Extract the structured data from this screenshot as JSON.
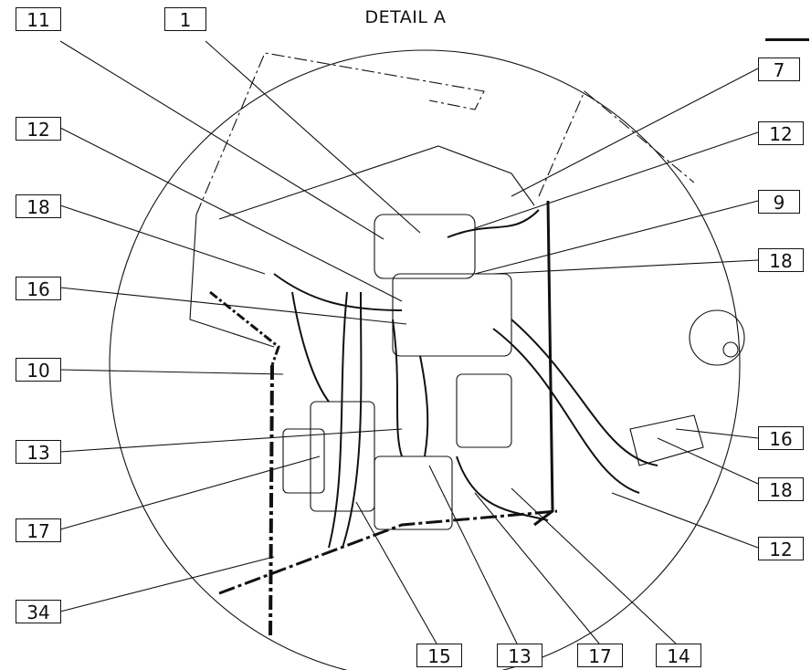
{
  "title": "DETAIL A",
  "callouts": [
    {
      "id": "c1",
      "label": "11"
    },
    {
      "id": "c2",
      "label": "1"
    },
    {
      "id": "c3",
      "label": "12"
    },
    {
      "id": "c4",
      "label": "18"
    },
    {
      "id": "c5",
      "label": "16"
    },
    {
      "id": "c6",
      "label": "10"
    },
    {
      "id": "c7",
      "label": "13"
    },
    {
      "id": "c8",
      "label": "17"
    },
    {
      "id": "c9",
      "label": "34"
    },
    {
      "id": "c10",
      "label": "7"
    },
    {
      "id": "c11",
      "label": "12"
    },
    {
      "id": "c12",
      "label": "9"
    },
    {
      "id": "c13",
      "label": "18"
    },
    {
      "id": "c14",
      "label": "16"
    },
    {
      "id": "c15",
      "label": "18"
    },
    {
      "id": "c16",
      "label": "12"
    },
    {
      "id": "c17",
      "label": "15"
    },
    {
      "id": "c18",
      "label": "13"
    },
    {
      "id": "c19",
      "label": "17"
    },
    {
      "id": "c20",
      "label": "14"
    }
  ]
}
